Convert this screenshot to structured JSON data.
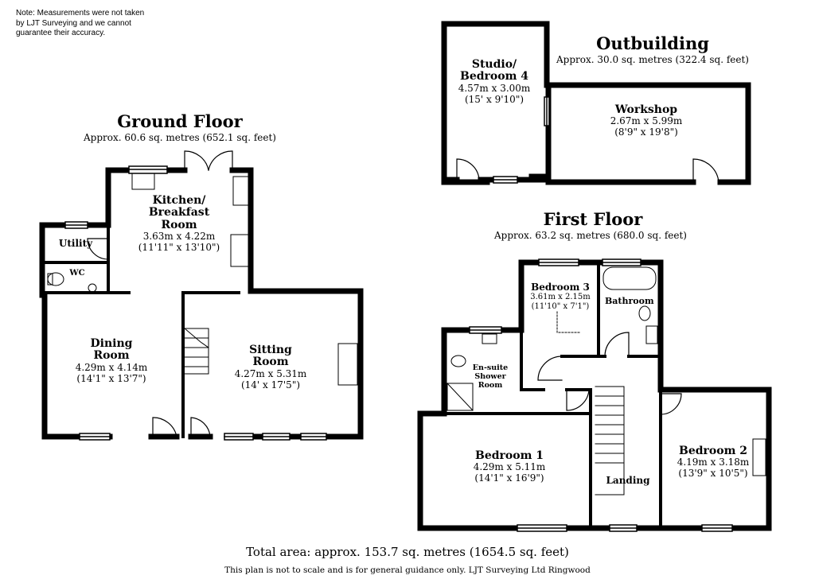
{
  "note": {
    "line1": "Note: Measurements were not taken",
    "line2": "by LJT Surveying and we cannot",
    "line3": "guarantee their accuracy."
  },
  "ground_floor": {
    "title": "Ground Floor",
    "area": "Approx. 60.6 sq. metres (652.1 sq. feet)",
    "kitchen": {
      "name1": "Kitchen/",
      "name2": "Breakfast",
      "name3": "Room",
      "dim": "3.63m x 4.22m",
      "imp": "(11'11\" x 13'10\")"
    },
    "utility": {
      "name": "Utility"
    },
    "wc": {
      "name": "WC"
    },
    "dining": {
      "name1": "Dining",
      "name2": "Room",
      "dim": "4.29m x 4.14m",
      "imp": "(14'1\" x 13'7\")"
    },
    "sitting": {
      "name1": "Sitting",
      "name2": "Room",
      "dim": "4.27m x 5.31m",
      "imp": "(14' x 17'5\")"
    }
  },
  "outbuilding": {
    "title": "Outbuilding",
    "area": "Approx. 30.0 sq. metres (322.4 sq. feet)",
    "studio": {
      "name1": "Studio/",
      "name2": "Bedroom 4",
      "dim": "4.57m x 3.00m",
      "imp": "(15' x 9'10\")"
    },
    "workshop": {
      "name": "Workshop",
      "dim": "2.67m x 5.99m",
      "imp": "(8'9\" x 19'8\")"
    }
  },
  "first_floor": {
    "title": "First Floor",
    "area": "Approx. 63.2 sq. metres (680.0 sq. feet)",
    "bedroom3": {
      "name": "Bedroom 3",
      "dim": "3.61m x 2.15m",
      "imp": "(11'10\" x 7'1\")"
    },
    "bathroom": {
      "name": "Bathroom"
    },
    "ensuite": {
      "name1": "En-suite",
      "name2": "Shower",
      "name3": "Room"
    },
    "bedroom1": {
      "name": "Bedroom 1",
      "dim": "4.29m x 5.11m",
      "imp": "(14'1\" x 16'9\")"
    },
    "landing": {
      "name": "Landing"
    },
    "bedroom2": {
      "name": "Bedroom 2",
      "dim": "4.19m x 3.18m",
      "imp": "(13'9\" x 10'5\")"
    }
  },
  "total_area": "Total area: approx. 153.7 sq. metres (1654.5 sq. feet)",
  "disclaimer": "This plan is not to scale and is for general guidance only. LJT Surveying Ltd Ringwood"
}
